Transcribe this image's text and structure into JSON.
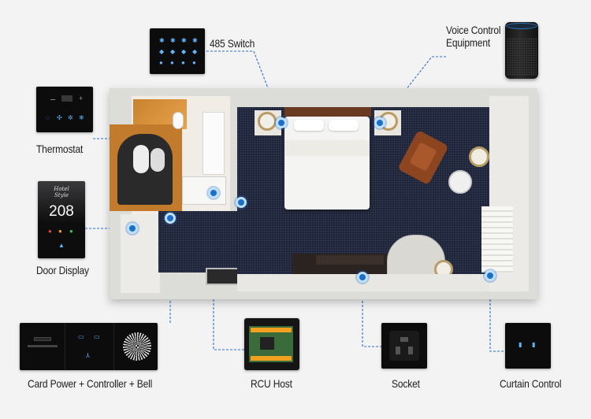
{
  "labels": {
    "switch485": "485 Switch",
    "voice": "Voice Control\nEquipment",
    "thermostat": "Thermostat",
    "door_display": "Door Display",
    "card_power": "Card Power + Controller + Bell",
    "rcu": "RCU Host",
    "socket": "Socket",
    "curtain": "Curtain Control"
  },
  "door_display_number": "208",
  "door_display_hotel_text": "Hotel\nStyle",
  "colors": {
    "accent": "#1d70c9",
    "line": "#2a6fd6",
    "panel": "#0c0c0d"
  }
}
